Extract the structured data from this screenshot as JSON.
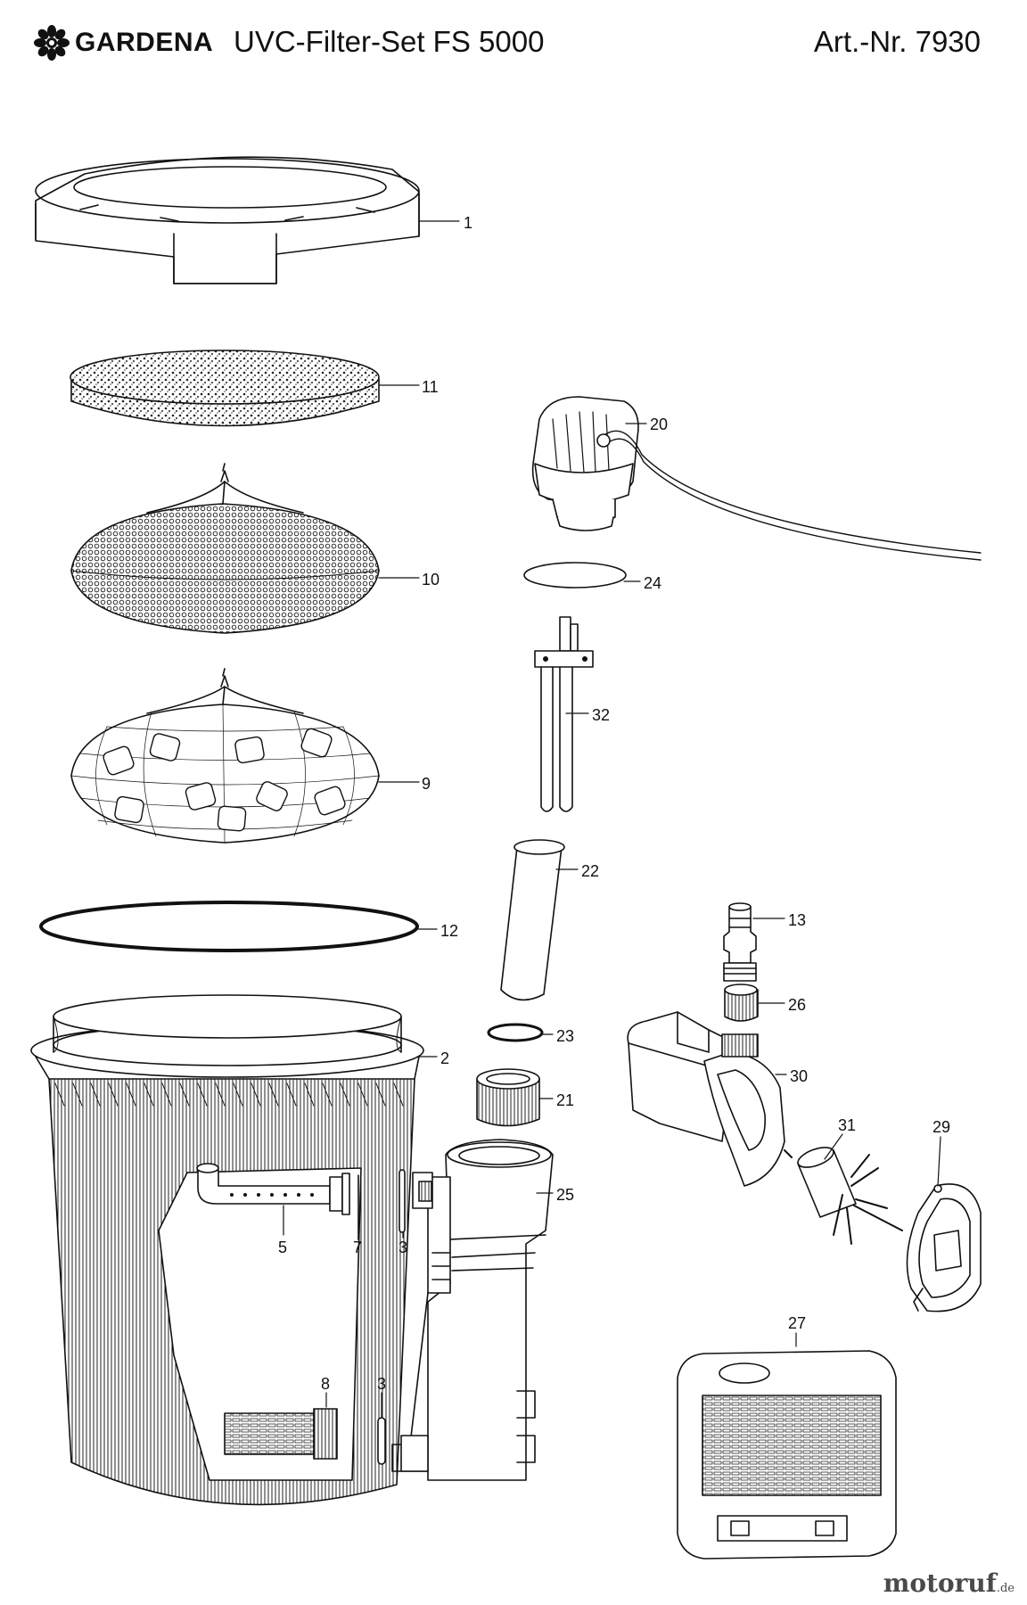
{
  "header": {
    "brand": "GARDENA",
    "product": "UVC-Filter-Set FS 5000",
    "article": "Art.-Nr. 7930"
  },
  "parts": [
    {
      "id": "1"
    },
    {
      "id": "11"
    },
    {
      "id": "10"
    },
    {
      "id": "9"
    },
    {
      "id": "12"
    },
    {
      "id": "2"
    },
    {
      "id": "5"
    },
    {
      "id": "7"
    },
    {
      "id": "3"
    },
    {
      "id": "8"
    },
    {
      "id": "20"
    },
    {
      "id": "24"
    },
    {
      "id": "32"
    },
    {
      "id": "22"
    },
    {
      "id": "23"
    },
    {
      "id": "21"
    },
    {
      "id": "25"
    },
    {
      "id": "13"
    },
    {
      "id": "26"
    },
    {
      "id": "30"
    },
    {
      "id": "31"
    },
    {
      "id": "29"
    },
    {
      "id": "27"
    }
  ],
  "watermark": {
    "main": "motoruf",
    "suffix": ".de"
  },
  "colors": {
    "line": "#111111",
    "background": "#ffffff",
    "watermark_accent": "#e2731b"
  }
}
